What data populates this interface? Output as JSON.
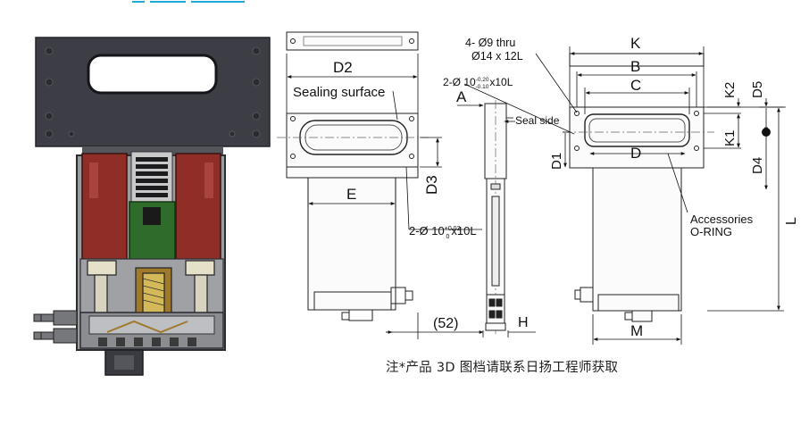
{
  "labels": {
    "D2": "D2",
    "sealing_surface": "Sealing surface",
    "E": "E",
    "D3": "D3",
    "hole_bottom_left": "2-Ø 10",
    "hole_bottom_sup": "+0.02",
    "hole_bottom_sub": "0",
    "hole_bottom_tail": "x10L",
    "dim_52": "(52)",
    "A": "A",
    "H": "H",
    "seal_side": "Seal side",
    "hole_top_left": "2-Ø 10",
    "hole_top_sup": "-0.20",
    "hole_top_sub": "-0.10",
    "hole_top_tail": "x10L",
    "thru_line1": "4-  Ø9 thru",
    "thru_line2": "Ø14 x 12L",
    "K": "K",
    "B": "B",
    "C": "C",
    "K2": "K2",
    "D5": "D5",
    "K1": "K1",
    "D": "D",
    "D1": "D1",
    "D4": "D4",
    "accessories": "Accessories",
    "oring": "O-RING",
    "L": "L",
    "M": "M"
  },
  "note": "注*产品 3D 图档请联系日扬工程师获取",
  "colors": {
    "body_dark": "#3c3d45",
    "body_gray": "#8a8c90",
    "flange_red": "#8e2e27",
    "coil_green": "#2f6b2a",
    "brass": "#a07a2c",
    "accent_cyan": "#23a9d6"
  }
}
